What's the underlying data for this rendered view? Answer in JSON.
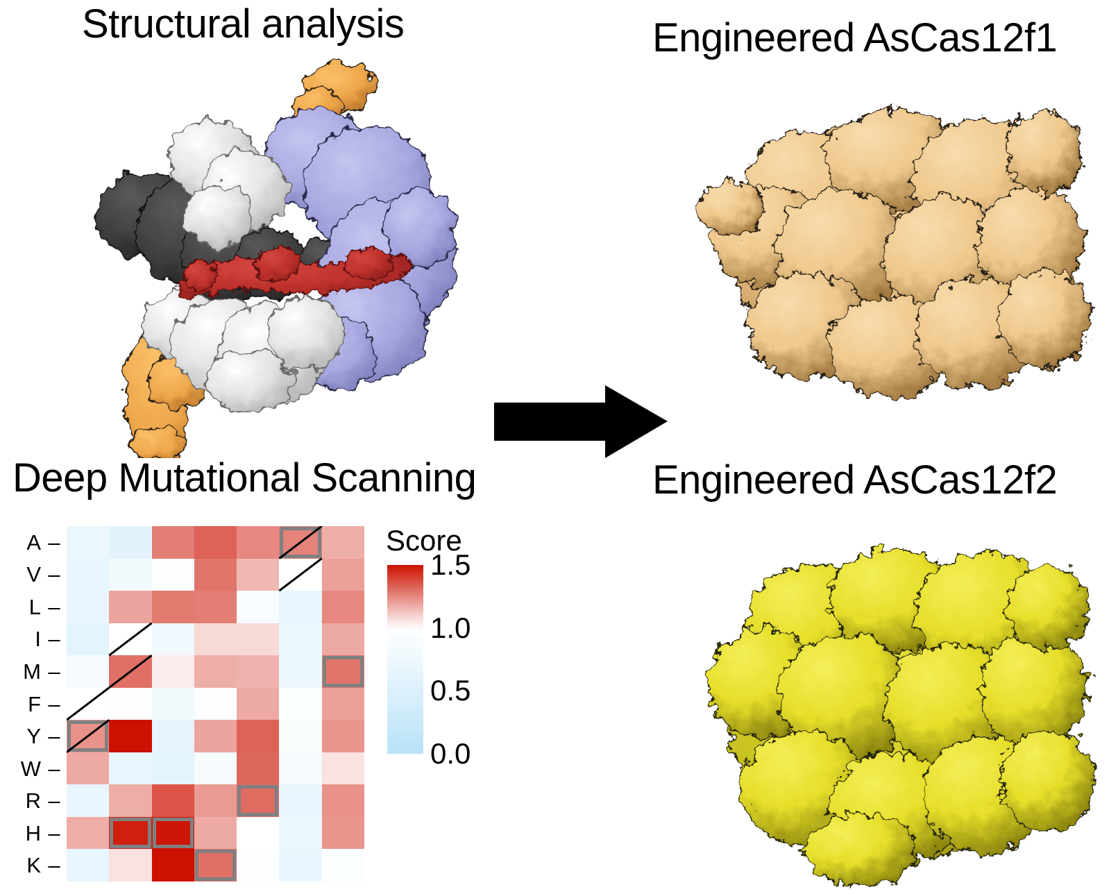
{
  "headings": {
    "structural": "Structural analysis",
    "dms": "Deep Mutational Scanning",
    "engineered_1": "Engineered AsCas12f1",
    "engineered_2": "Engineered AsCas12f2"
  },
  "arrow": {
    "direction": "right",
    "color": "#000000"
  },
  "structure_panels": [
    {
      "id": "structural-analysis-map",
      "label": "Structural analysis",
      "type": "cryo-em-density-map",
      "colors": {
        "lavender": "#A8A8E0",
        "light_gray": "#E8E8E8",
        "dark_gray": "#3A3A3A",
        "orange": "#EEA64B",
        "red": "#C0322E",
        "outline": "#1a1a1a"
      }
    },
    {
      "id": "engineered-ascas12f1-map",
      "label": "Engineered AsCas12f1",
      "type": "cryo-em-density-map",
      "colors": {
        "body": "#EFC98E",
        "shadow": "#8D6B3A",
        "outline": "#2b2115"
      }
    },
    {
      "id": "engineered-ascas12f2-map",
      "label": "Engineered AsCas12f2",
      "type": "cryo-em-density-map",
      "colors": {
        "body": "#E6DF2A",
        "shadow": "#8a8410",
        "outline": "#27260a"
      }
    }
  ],
  "chart_data": {
    "type": "heatmap",
    "title": "Deep Mutational Scanning",
    "xlabel": "",
    "ylabel": "",
    "grid": false,
    "legend_position": "right",
    "colorbar": {
      "title": "Score",
      "ticks": [
        "1.5",
        "1.0",
        "0.5",
        "0.0"
      ],
      "tick_values": [
        1.5,
        1.0,
        0.5,
        0.0
      ],
      "vmin": 0.0,
      "vmax": 1.5,
      "midpoint": 1.0,
      "low_color": "#B8E2F8",
      "mid_color": "#FFFFFF",
      "high_color": "#CC1100"
    },
    "row_labels": [
      "A",
      "V",
      "L",
      "I",
      "M",
      "F",
      "Y",
      "W",
      "R",
      "H",
      "K"
    ],
    "columns": 7,
    "values": [
      [
        0.72,
        0.6,
        1.27,
        1.33,
        1.25,
        1.26,
        1.17
      ],
      [
        0.68,
        0.83,
        0.94,
        1.29,
        1.15,
        1.0,
        1.2
      ],
      [
        0.7,
        1.19,
        1.28,
        1.27,
        0.9,
        0.66,
        1.25
      ],
      [
        0.62,
        1.0,
        0.8,
        1.08,
        1.08,
        0.72,
        1.18
      ],
      [
        0.88,
        1.3,
        1.04,
        1.17,
        1.16,
        0.73,
        1.29
      ],
      [
        1.0,
        0.97,
        0.82,
        0.94,
        1.18,
        0.95,
        1.2
      ],
      [
        1.23,
        1.5,
        0.63,
        1.19,
        1.33,
        0.92,
        1.22
      ],
      [
        1.18,
        0.68,
        0.62,
        0.88,
        1.32,
        0.84,
        1.06
      ],
      [
        0.7,
        1.17,
        1.36,
        1.21,
        1.31,
        0.7,
        1.23
      ],
      [
        1.17,
        1.47,
        1.49,
        1.18,
        1.0,
        0.75,
        1.22
      ],
      [
        0.68,
        1.06,
        1.5,
        1.3,
        0.96,
        0.7,
        0.95
      ]
    ],
    "highlighted_cells": [
      {
        "row": 0,
        "col": 5
      },
      {
        "row": 4,
        "col": 6
      },
      {
        "row": 6,
        "col": 0
      },
      {
        "row": 8,
        "col": 4
      },
      {
        "row": 9,
        "col": 1
      },
      {
        "row": 9,
        "col": 2
      },
      {
        "row": 10,
        "col": 3
      }
    ],
    "wildtype_diagonals": [
      {
        "row": 0,
        "col": 5
      },
      {
        "row": 1,
        "col": 5
      },
      {
        "row": 3,
        "col": 1
      },
      {
        "row": 4,
        "col": 1
      },
      {
        "row": 5,
        "col": 0
      },
      {
        "row": 6,
        "col": 0
      }
    ]
  }
}
